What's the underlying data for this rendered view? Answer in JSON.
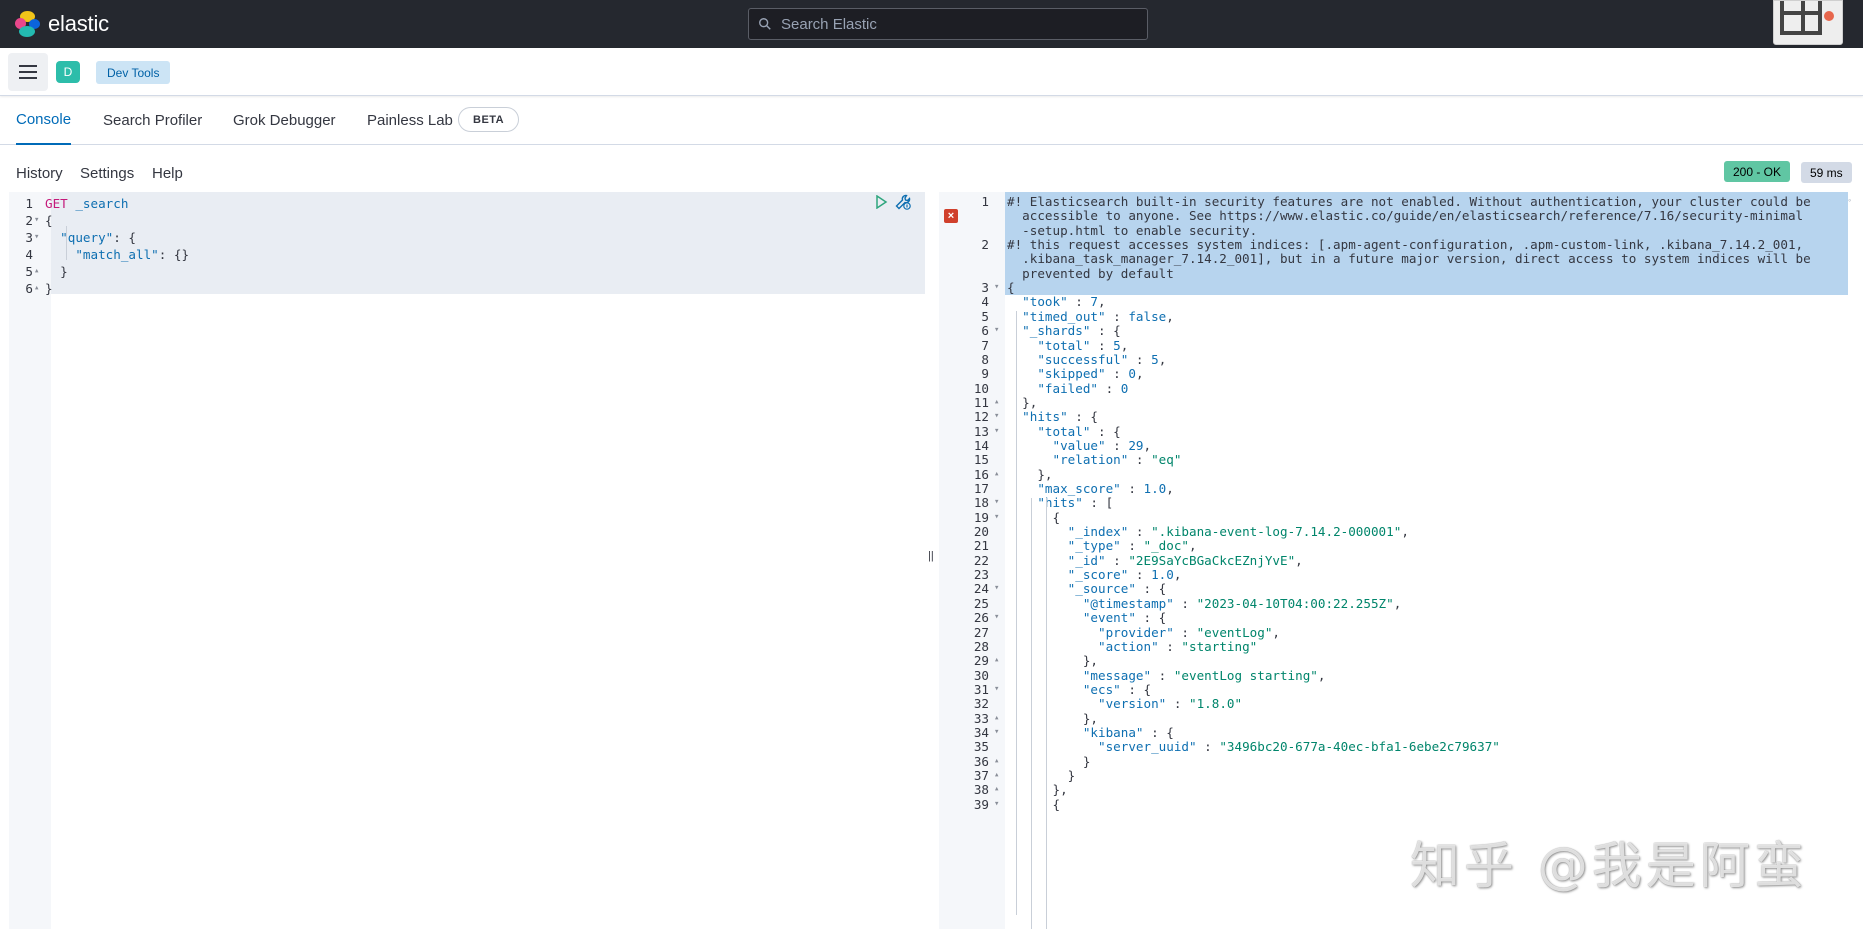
{
  "app": {
    "logo_text": "elastic"
  },
  "search": {
    "placeholder": "Search Elastic"
  },
  "breadcrumb": {
    "avatar_letter": "D",
    "current": "Dev Tools"
  },
  "tabs": [
    {
      "label": "Console",
      "active": true
    },
    {
      "label": "Search Profiler",
      "active": false
    },
    {
      "label": "Grok Debugger",
      "active": false
    },
    {
      "label": "Painless Lab",
      "active": false
    }
  ],
  "beta_badge": "BETA",
  "subnav": {
    "history": "History",
    "settings": "Settings",
    "help": "Help"
  },
  "status": {
    "code": "200 - OK",
    "time": "59 ms"
  },
  "colors": {
    "topbar": "#25282f",
    "accent": "#006bb8",
    "ok": "#60c6a3",
    "selection": "#b7d4ee"
  },
  "icons": [
    "elastic-logo",
    "search-icon",
    "menu-icon",
    "play-icon",
    "wrench-icon",
    "error-icon"
  ],
  "request": {
    "lines": [
      [
        {
          "t": "GET",
          "c": "m"
        },
        {
          "t": " _search",
          "c": "k"
        }
      ],
      [
        {
          "t": "{",
          "c": "p"
        }
      ],
      [
        {
          "t": "  ",
          "c": "p"
        },
        {
          "t": "\"query\"",
          "c": "k"
        },
        {
          "t": ": {",
          "c": "p"
        }
      ],
      [
        {
          "t": "    ",
          "c": "p"
        },
        {
          "t": "\"match_all\"",
          "c": "k"
        },
        {
          "t": ": {}",
          "c": "p"
        }
      ],
      [
        {
          "t": "  }",
          "c": "p"
        }
      ],
      [
        {
          "t": "}",
          "c": "p"
        }
      ]
    ],
    "folds": [
      "",
      "▾",
      "▾",
      "",
      "▴",
      "▴"
    ]
  },
  "response": {
    "lines": [
      {
        "num": "1",
        "fold": "",
        "segs": [
          {
            "t": "#! Elasticsearch built-in security features are not enabled. Without authentication, your cluster could be",
            "c": "c"
          }
        ]
      },
      {
        "num": "",
        "fold": "",
        "segs": [
          {
            "t": "  accessible to anyone. See https://www.elastic.co/guide/en/elasticsearch/reference/7.16/security-minimal",
            "c": "c"
          }
        ]
      },
      {
        "num": "",
        "fold": "",
        "segs": [
          {
            "t": "  -setup.html to enable security.",
            "c": "c"
          }
        ]
      },
      {
        "num": "2",
        "fold": "",
        "segs": [
          {
            "t": "#! this request accesses system indices: [.apm-agent-configuration, .apm-custom-link, .kibana_7.14.2_001,",
            "c": "c"
          }
        ]
      },
      {
        "num": "",
        "fold": "",
        "segs": [
          {
            "t": "  .kibana_task_manager_7.14.2_001], but in a future major version, direct access to system indices will be",
            "c": "c"
          }
        ]
      },
      {
        "num": "",
        "fold": "",
        "segs": [
          {
            "t": "  prevented by default",
            "c": "c"
          }
        ]
      },
      {
        "num": "3",
        "fold": "▾",
        "segs": [
          {
            "t": "{",
            "c": "p"
          }
        ]
      },
      {
        "num": "4",
        "fold": "",
        "segs": [
          {
            "t": "  ",
            "c": "p"
          },
          {
            "t": "\"took\"",
            "c": "k"
          },
          {
            "t": " : ",
            "c": "p"
          },
          {
            "t": "7",
            "c": "n"
          },
          {
            "t": ",",
            "c": "p"
          }
        ]
      },
      {
        "num": "5",
        "fold": "",
        "segs": [
          {
            "t": "  ",
            "c": "p"
          },
          {
            "t": "\"timed_out\"",
            "c": "k"
          },
          {
            "t": " : ",
            "c": "p"
          },
          {
            "t": "false",
            "c": "n"
          },
          {
            "t": ",",
            "c": "p"
          }
        ]
      },
      {
        "num": "6",
        "fold": "▾",
        "segs": [
          {
            "t": "  ",
            "c": "p"
          },
          {
            "t": "\"_shards\"",
            "c": "k"
          },
          {
            "t": " : {",
            "c": "p"
          }
        ]
      },
      {
        "num": "7",
        "fold": "",
        "segs": [
          {
            "t": "    ",
            "c": "p"
          },
          {
            "t": "\"total\"",
            "c": "k"
          },
          {
            "t": " : ",
            "c": "p"
          },
          {
            "t": "5",
            "c": "n"
          },
          {
            "t": ",",
            "c": "p"
          }
        ]
      },
      {
        "num": "8",
        "fold": "",
        "segs": [
          {
            "t": "    ",
            "c": "p"
          },
          {
            "t": "\"successful\"",
            "c": "k"
          },
          {
            "t": " : ",
            "c": "p"
          },
          {
            "t": "5",
            "c": "n"
          },
          {
            "t": ",",
            "c": "p"
          }
        ]
      },
      {
        "num": "9",
        "fold": "",
        "segs": [
          {
            "t": "    ",
            "c": "p"
          },
          {
            "t": "\"skipped\"",
            "c": "k"
          },
          {
            "t": " : ",
            "c": "p"
          },
          {
            "t": "0",
            "c": "n"
          },
          {
            "t": ",",
            "c": "p"
          }
        ]
      },
      {
        "num": "10",
        "fold": "",
        "segs": [
          {
            "t": "    ",
            "c": "p"
          },
          {
            "t": "\"failed\"",
            "c": "k"
          },
          {
            "t": " : ",
            "c": "p"
          },
          {
            "t": "0",
            "c": "n"
          }
        ]
      },
      {
        "num": "11",
        "fold": "▴",
        "segs": [
          {
            "t": "  },",
            "c": "p"
          }
        ]
      },
      {
        "num": "12",
        "fold": "▾",
        "segs": [
          {
            "t": "  ",
            "c": "p"
          },
          {
            "t": "\"hits\"",
            "c": "k"
          },
          {
            "t": " : {",
            "c": "p"
          }
        ]
      },
      {
        "num": "13",
        "fold": "▾",
        "segs": [
          {
            "t": "    ",
            "c": "p"
          },
          {
            "t": "\"total\"",
            "c": "k"
          },
          {
            "t": " : {",
            "c": "p"
          }
        ]
      },
      {
        "num": "14",
        "fold": "",
        "segs": [
          {
            "t": "      ",
            "c": "p"
          },
          {
            "t": "\"value\"",
            "c": "k"
          },
          {
            "t": " : ",
            "c": "p"
          },
          {
            "t": "29",
            "c": "n"
          },
          {
            "t": ",",
            "c": "p"
          }
        ]
      },
      {
        "num": "15",
        "fold": "",
        "segs": [
          {
            "t": "      ",
            "c": "p"
          },
          {
            "t": "\"relation\"",
            "c": "k"
          },
          {
            "t": " : ",
            "c": "p"
          },
          {
            "t": "\"eq\"",
            "c": "s"
          }
        ]
      },
      {
        "num": "16",
        "fold": "▴",
        "segs": [
          {
            "t": "    },",
            "c": "p"
          }
        ]
      },
      {
        "num": "17",
        "fold": "",
        "segs": [
          {
            "t": "    ",
            "c": "p"
          },
          {
            "t": "\"max_score\"",
            "c": "k"
          },
          {
            "t": " : ",
            "c": "p"
          },
          {
            "t": "1.0",
            "c": "n"
          },
          {
            "t": ",",
            "c": "p"
          }
        ]
      },
      {
        "num": "18",
        "fold": "▾",
        "segs": [
          {
            "t": "    ",
            "c": "p"
          },
          {
            "t": "\"hits\"",
            "c": "k"
          },
          {
            "t": " : [",
            "c": "p"
          }
        ]
      },
      {
        "num": "19",
        "fold": "▾",
        "segs": [
          {
            "t": "      {",
            "c": "p"
          }
        ]
      },
      {
        "num": "20",
        "fold": "",
        "segs": [
          {
            "t": "        ",
            "c": "p"
          },
          {
            "t": "\"_index\"",
            "c": "k"
          },
          {
            "t": " : ",
            "c": "p"
          },
          {
            "t": "\".kibana-event-log-7.14.2-000001\"",
            "c": "s"
          },
          {
            "t": ",",
            "c": "p"
          }
        ]
      },
      {
        "num": "21",
        "fold": "",
        "segs": [
          {
            "t": "        ",
            "c": "p"
          },
          {
            "t": "\"_type\"",
            "c": "k"
          },
          {
            "t": " : ",
            "c": "p"
          },
          {
            "t": "\"_doc\"",
            "c": "s"
          },
          {
            "t": ",",
            "c": "p"
          }
        ]
      },
      {
        "num": "22",
        "fold": "",
        "segs": [
          {
            "t": "        ",
            "c": "p"
          },
          {
            "t": "\"_id\"",
            "c": "k"
          },
          {
            "t": " : ",
            "c": "p"
          },
          {
            "t": "\"2E9SaYcBGaCkcEZnjYvE\"",
            "c": "s"
          },
          {
            "t": ",",
            "c": "p"
          }
        ]
      },
      {
        "num": "23",
        "fold": "",
        "segs": [
          {
            "t": "        ",
            "c": "p"
          },
          {
            "t": "\"_score\"",
            "c": "k"
          },
          {
            "t": " : ",
            "c": "p"
          },
          {
            "t": "1.0",
            "c": "n"
          },
          {
            "t": ",",
            "c": "p"
          }
        ]
      },
      {
        "num": "24",
        "fold": "▾",
        "segs": [
          {
            "t": "        ",
            "c": "p"
          },
          {
            "t": "\"_source\"",
            "c": "k"
          },
          {
            "t": " : {",
            "c": "p"
          }
        ]
      },
      {
        "num": "25",
        "fold": "",
        "segs": [
          {
            "t": "          ",
            "c": "p"
          },
          {
            "t": "\"@timestamp\"",
            "c": "k"
          },
          {
            "t": " : ",
            "c": "p"
          },
          {
            "t": "\"2023-04-10T04:00:22.255Z\"",
            "c": "s"
          },
          {
            "t": ",",
            "c": "p"
          }
        ]
      },
      {
        "num": "26",
        "fold": "▾",
        "segs": [
          {
            "t": "          ",
            "c": "p"
          },
          {
            "t": "\"event\"",
            "c": "k"
          },
          {
            "t": " : {",
            "c": "p"
          }
        ]
      },
      {
        "num": "27",
        "fold": "",
        "segs": [
          {
            "t": "            ",
            "c": "p"
          },
          {
            "t": "\"provider\"",
            "c": "k"
          },
          {
            "t": " : ",
            "c": "p"
          },
          {
            "t": "\"eventLog\"",
            "c": "s"
          },
          {
            "t": ",",
            "c": "p"
          }
        ]
      },
      {
        "num": "28",
        "fold": "",
        "segs": [
          {
            "t": "            ",
            "c": "p"
          },
          {
            "t": "\"action\"",
            "c": "k"
          },
          {
            "t": " : ",
            "c": "p"
          },
          {
            "t": "\"starting\"",
            "c": "s"
          }
        ]
      },
      {
        "num": "29",
        "fold": "▴",
        "segs": [
          {
            "t": "          },",
            "c": "p"
          }
        ]
      },
      {
        "num": "30",
        "fold": "",
        "segs": [
          {
            "t": "          ",
            "c": "p"
          },
          {
            "t": "\"message\"",
            "c": "k"
          },
          {
            "t": " : ",
            "c": "p"
          },
          {
            "t": "\"eventLog starting\"",
            "c": "s"
          },
          {
            "t": ",",
            "c": "p"
          }
        ]
      },
      {
        "num": "31",
        "fold": "▾",
        "segs": [
          {
            "t": "          ",
            "c": "p"
          },
          {
            "t": "\"ecs\"",
            "c": "k"
          },
          {
            "t": " : {",
            "c": "p"
          }
        ]
      },
      {
        "num": "32",
        "fold": "",
        "segs": [
          {
            "t": "            ",
            "c": "p"
          },
          {
            "t": "\"version\"",
            "c": "k"
          },
          {
            "t": " : ",
            "c": "p"
          },
          {
            "t": "\"1.8.0\"",
            "c": "s"
          }
        ]
      },
      {
        "num": "33",
        "fold": "▴",
        "segs": [
          {
            "t": "          },",
            "c": "p"
          }
        ]
      },
      {
        "num": "34",
        "fold": "▾",
        "segs": [
          {
            "t": "          ",
            "c": "p"
          },
          {
            "t": "\"kibana\"",
            "c": "k"
          },
          {
            "t": " : {",
            "c": "p"
          }
        ]
      },
      {
        "num": "35",
        "fold": "",
        "segs": [
          {
            "t": "            ",
            "c": "p"
          },
          {
            "t": "\"server_uuid\"",
            "c": "k"
          },
          {
            "t": " : ",
            "c": "p"
          },
          {
            "t": "\"3496bc20-677a-40ec-bfa1-6ebe2c79637\"",
            "c": "s"
          }
        ]
      },
      {
        "num": "36",
        "fold": "▴",
        "segs": [
          {
            "t": "          }",
            "c": "p"
          }
        ]
      },
      {
        "num": "37",
        "fold": "▴",
        "segs": [
          {
            "t": "        }",
            "c": "p"
          }
        ]
      },
      {
        "num": "38",
        "fold": "▴",
        "segs": [
          {
            "t": "      },",
            "c": "p"
          }
        ]
      },
      {
        "num": "39",
        "fold": "▾",
        "segs": [
          {
            "t": "      {",
            "c": "p"
          }
        ]
      }
    ]
  },
  "watermark": "知乎 @我是阿蛮"
}
